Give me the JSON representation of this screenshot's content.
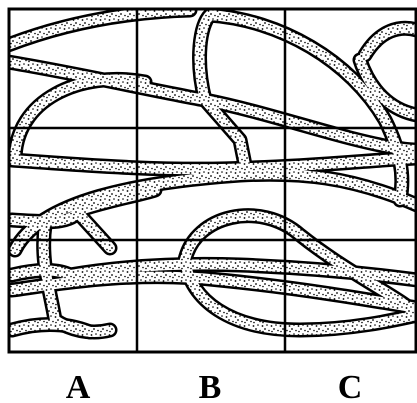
{
  "figure": {
    "column_labels": [
      "A",
      "B",
      "C"
    ],
    "grid": {
      "columns": 3,
      "rows": 3
    },
    "colors": {
      "ink": "#000000",
      "background": "#ffffff"
    }
  }
}
